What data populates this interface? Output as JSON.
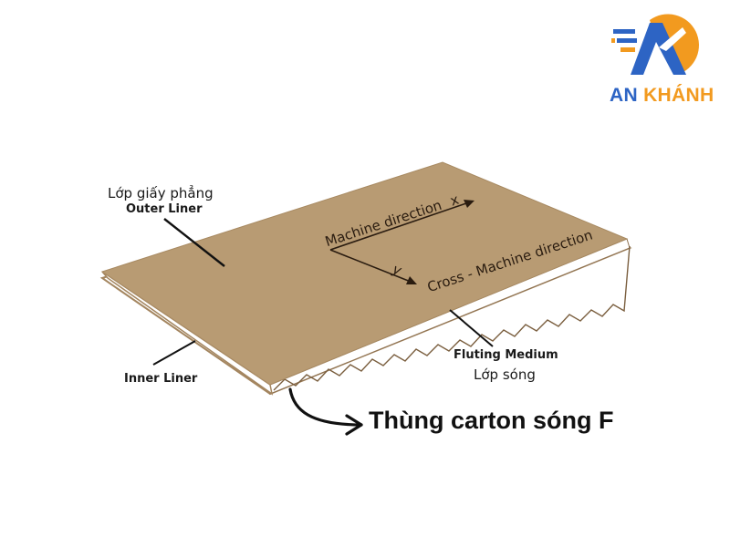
{
  "logo": {
    "word1": "AN",
    "word2": "KHÁNH",
    "colors": {
      "blue": "#2d64c4",
      "orange": "#f29a1f"
    }
  },
  "labels": {
    "outer_liner_vn": "Lớp giấy phẳng",
    "outer_liner_en": "Outer Liner",
    "machine_direction": "Machine direction",
    "machine_axis": "x",
    "cross_direction": "Cross - Machine direction",
    "cross_axis": "y",
    "fluting_en": "Fluting Medium",
    "fluting_vn": "Lớp sóng",
    "inner_liner_en": "Inner Liner"
  },
  "title": "Thùng carton sóng F",
  "colors": {
    "board": "#b89b73",
    "board_edge": "#9c7f58",
    "liner_white": "#ffffff",
    "text": "#1a1a1a"
  }
}
